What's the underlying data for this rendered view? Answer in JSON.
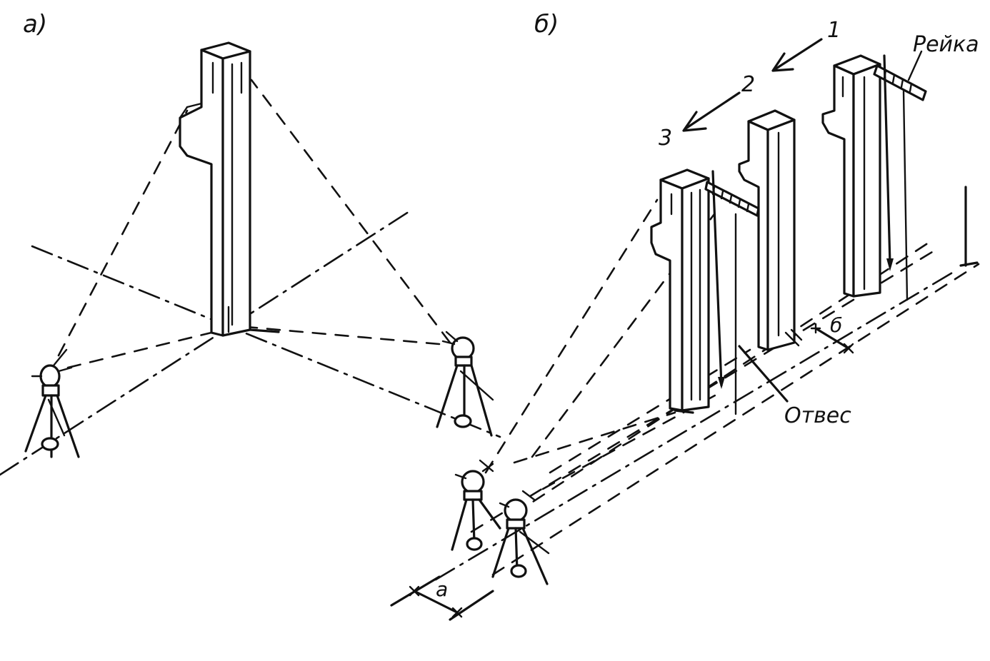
{
  "labels": {
    "panel_a": "а)",
    "panel_b": "б)",
    "step_1": "1",
    "step_2": "2",
    "step_3": "3",
    "staff": "Рейка",
    "plumb": "Отвес",
    "offset_a": "a",
    "offset_b": "б"
  },
  "colors": {
    "ink": "#111111",
    "paper": "#ffffff"
  }
}
